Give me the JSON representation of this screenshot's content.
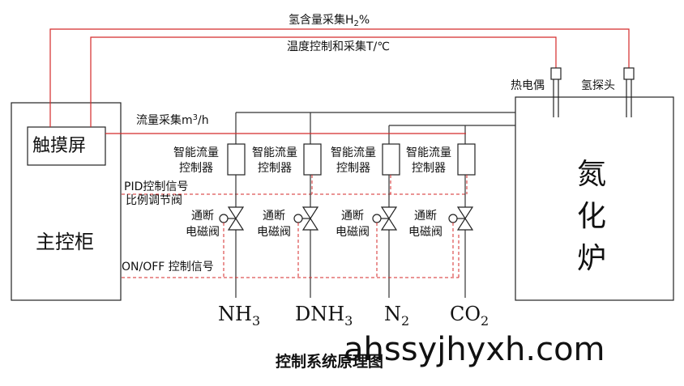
{
  "diagram": {
    "hydrogen_signal": {
      "prefix": "氢含量采集H",
      "sub": "2",
      "suffix": "%"
    },
    "temperature_signal": "温度控制和采集T/℃",
    "flow_signal": {
      "prefix": "流量采集m",
      "sup": "3",
      "suffix": "/h"
    },
    "thermocouple": "热电偶",
    "hydrogen_probe": "氢探头",
    "touch_screen": "触摸屏",
    "main_cabinet": "主控柜",
    "pid_signal": "PID控制信号",
    "proportional_valve": "比例调节阀",
    "onoff_signal": "ON/OFF 控制信号",
    "furnace": [
      "氮",
      "化",
      "炉"
    ],
    "controllers": [
      {
        "line1": "智能流量",
        "line2": "控制器"
      },
      {
        "line1": "智能流量",
        "line2": "控制器"
      },
      {
        "line1": "智能流量",
        "line2": "控制器"
      },
      {
        "line1": "智能流量",
        "line2": "控制器"
      }
    ],
    "solenoid_valves": [
      {
        "line1": "通断",
        "line2": "电磁阀"
      },
      {
        "line1": "通断",
        "line2": "电磁阀"
      },
      {
        "line1": "通断",
        "line2": "电磁阀"
      },
      {
        "line1": "通断",
        "line2": "电磁阀"
      }
    ],
    "gases": [
      {
        "base": "NH",
        "sub": "3"
      },
      {
        "base": "DNH",
        "sub": "3"
      },
      {
        "base": "N",
        "sub": "2"
      },
      {
        "base": "CO",
        "sub": "2"
      }
    ],
    "caption": "控制系统原理图",
    "watermark": "ahssyjhyxh.com",
    "colors": {
      "signal_line": "#d42a2a",
      "pipe_line": "#333333"
    }
  }
}
